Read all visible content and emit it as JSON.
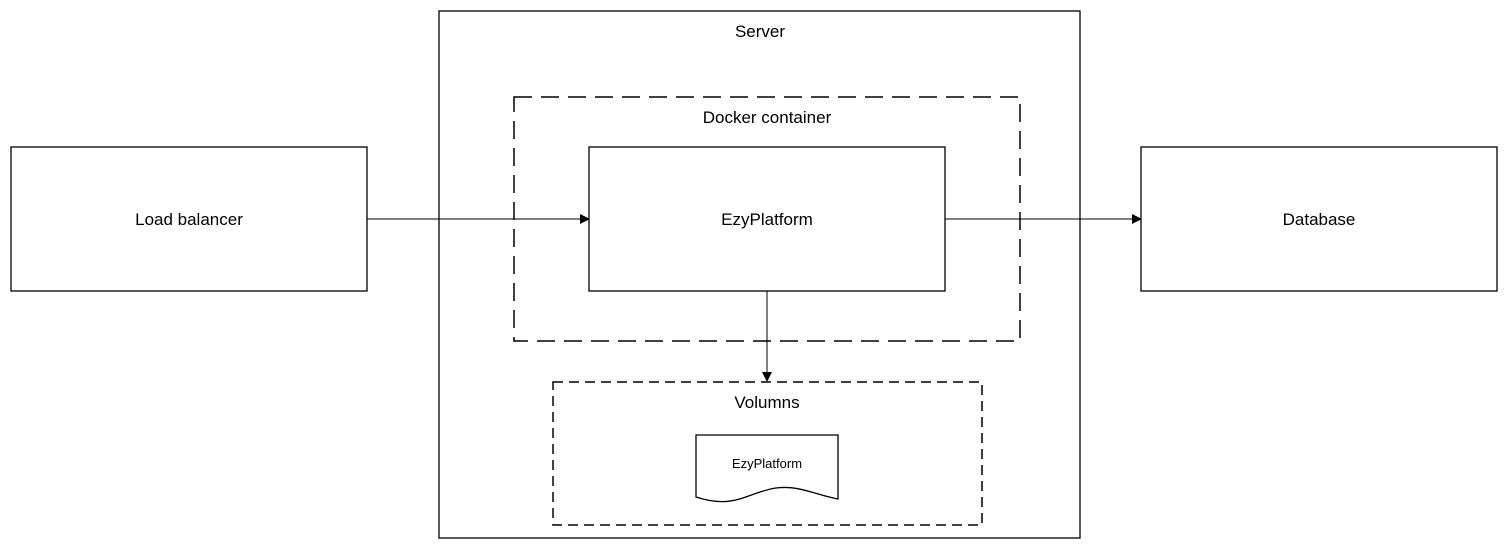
{
  "diagram": {
    "nodes": {
      "load_balancer": {
        "label": "Load balancer"
      },
      "server": {
        "label": "Server"
      },
      "docker_container": {
        "label": "Docker container"
      },
      "ezyplatform_app": {
        "label": "EzyPlatform"
      },
      "database": {
        "label": "Database"
      },
      "volumns": {
        "label": "Volumns"
      },
      "ezyplatform_volume_doc": {
        "label": "EzyPlatform"
      }
    },
    "edges": [
      {
        "from": "Load balancer",
        "to": "EzyPlatform"
      },
      {
        "from": "EzyPlatform",
        "to": "Database"
      },
      {
        "from": "EzyPlatform",
        "to": "Volumns"
      }
    ],
    "colors": {
      "stroke": "#000000",
      "background": "#ffffff"
    }
  }
}
